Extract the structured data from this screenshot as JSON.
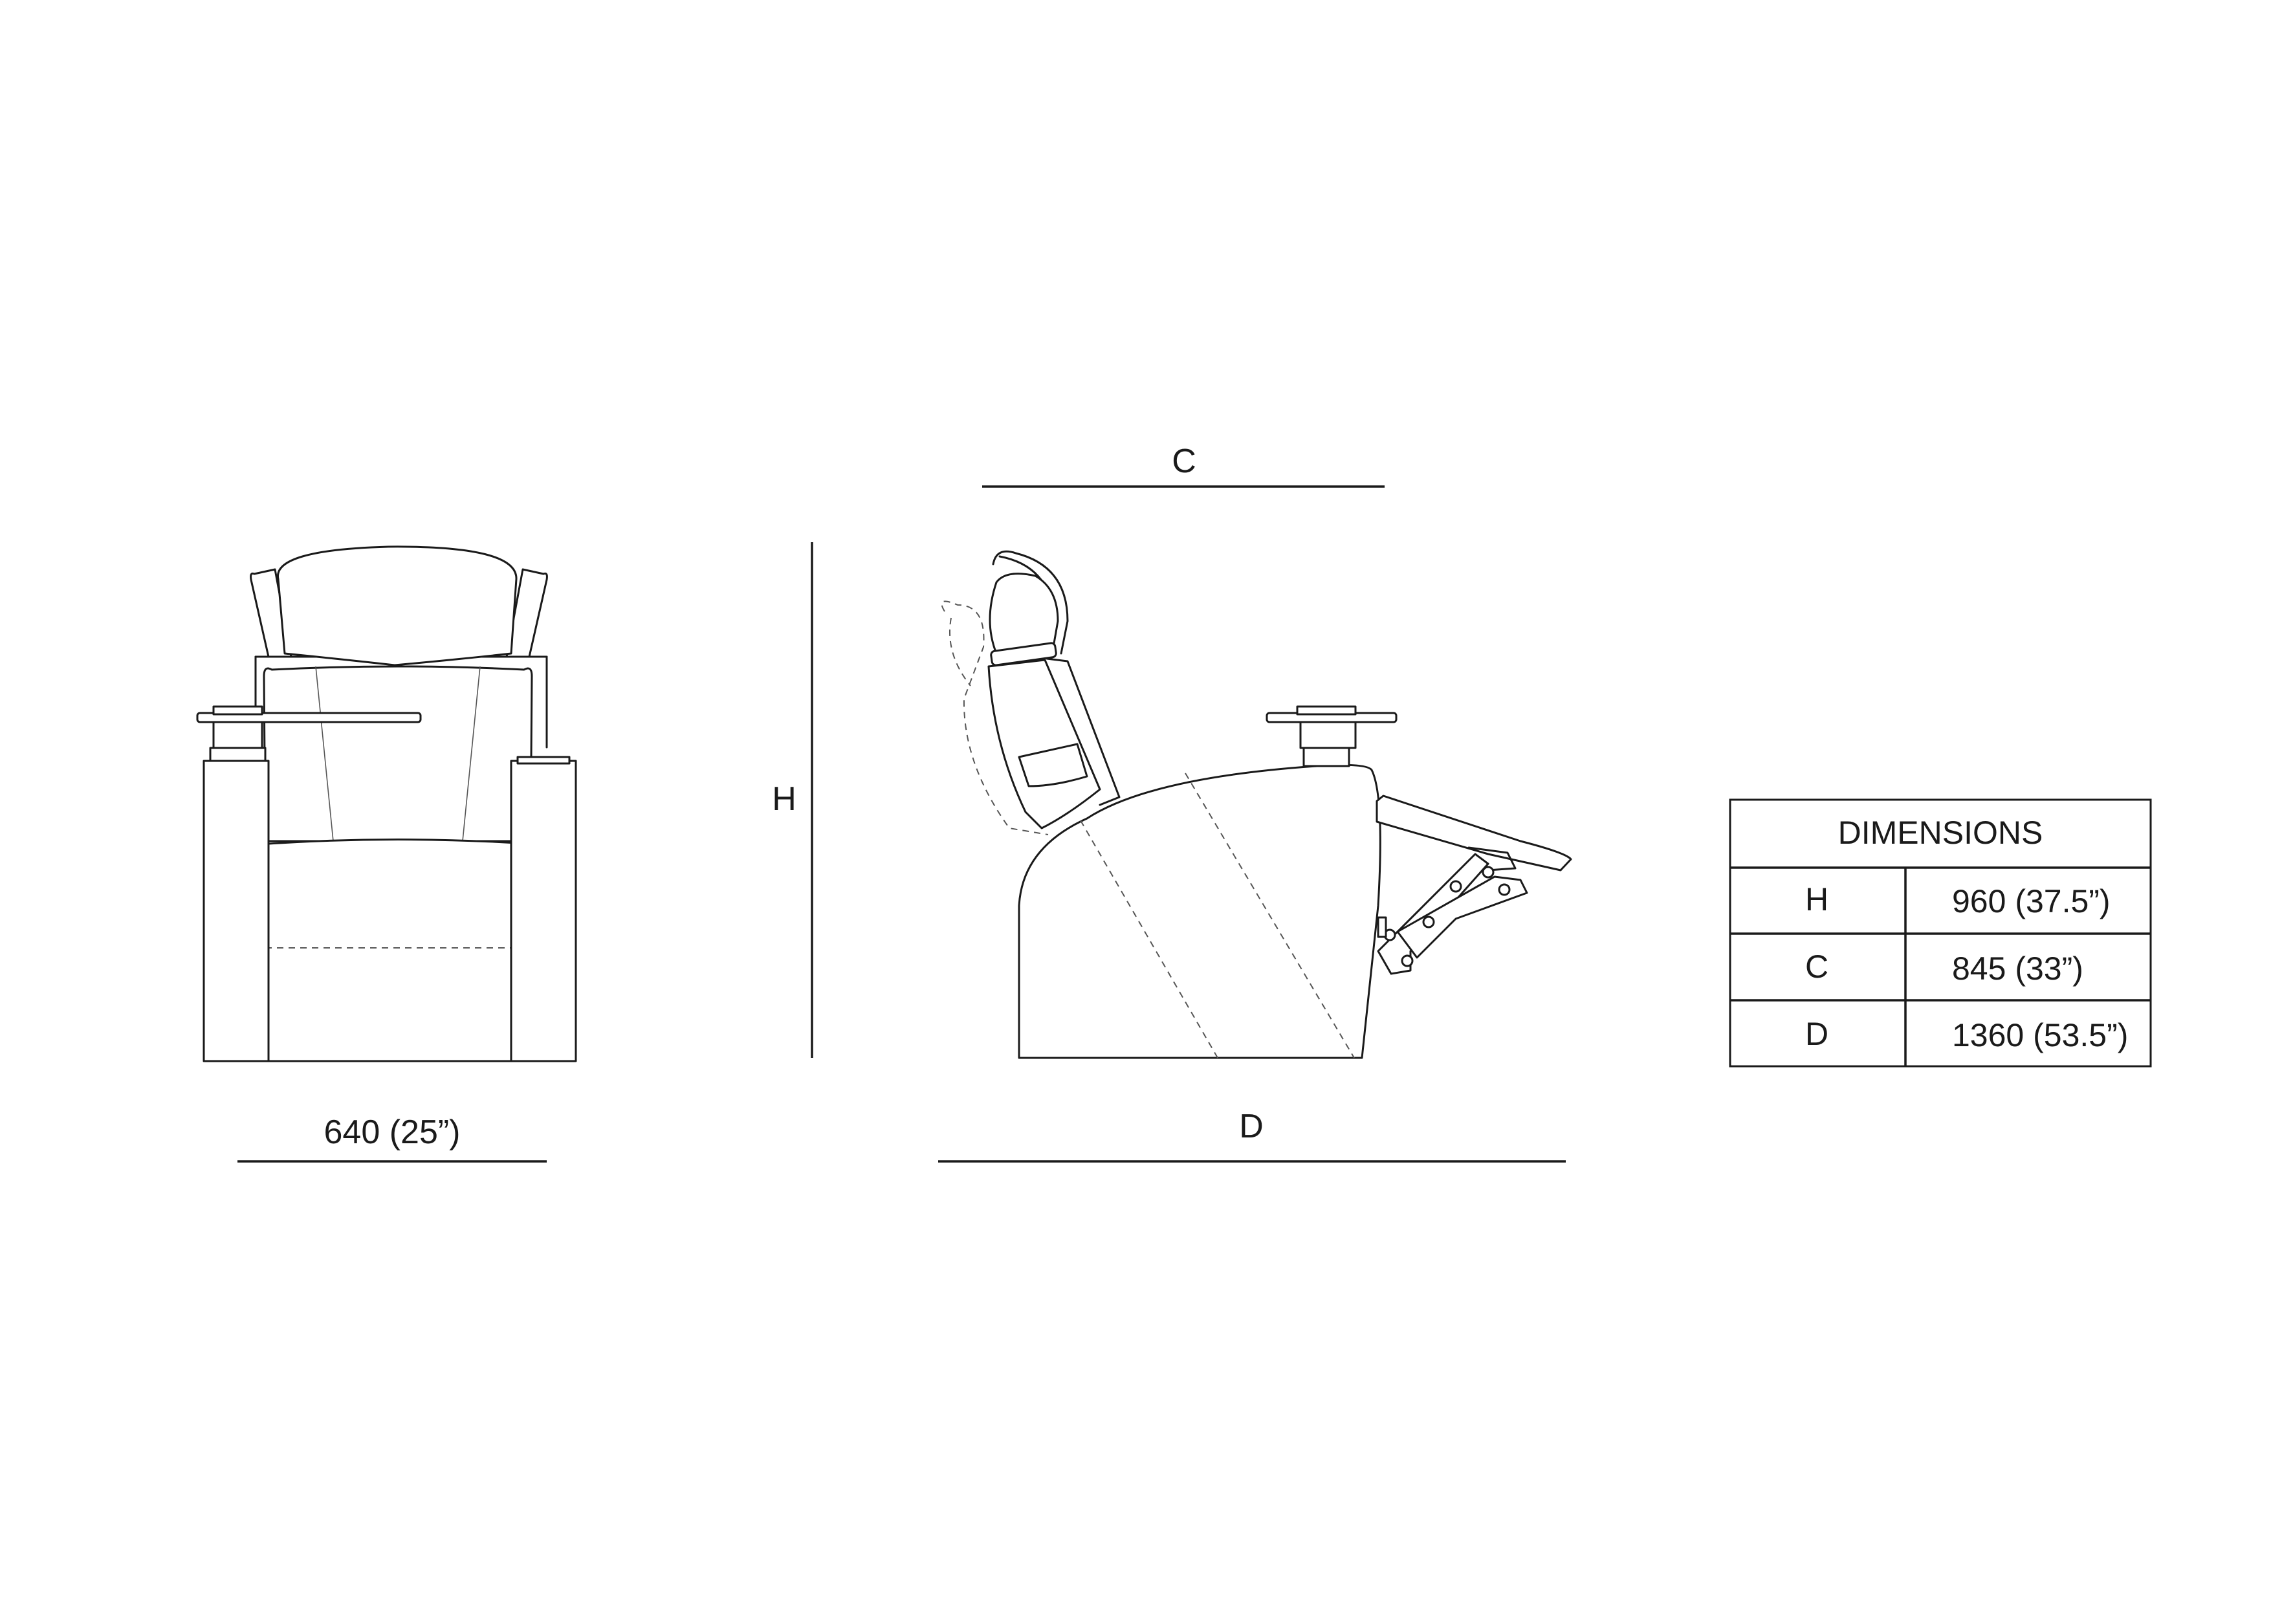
{
  "front_view": {
    "width_label": "640 (25”)"
  },
  "side_view": {
    "c_label": "C",
    "d_label": "D",
    "h_label": "H"
  },
  "dimensions_table": {
    "title": "DIMENSIONS",
    "rows": [
      {
        "key": "H",
        "value": "960 (37.5”)"
      },
      {
        "key": "C",
        "value": "845 (33”)"
      },
      {
        "key": "D",
        "value": "1360 (53.5”)"
      }
    ]
  },
  "colors": {
    "line": "#1a1a1a",
    "background": "#ffffff"
  }
}
